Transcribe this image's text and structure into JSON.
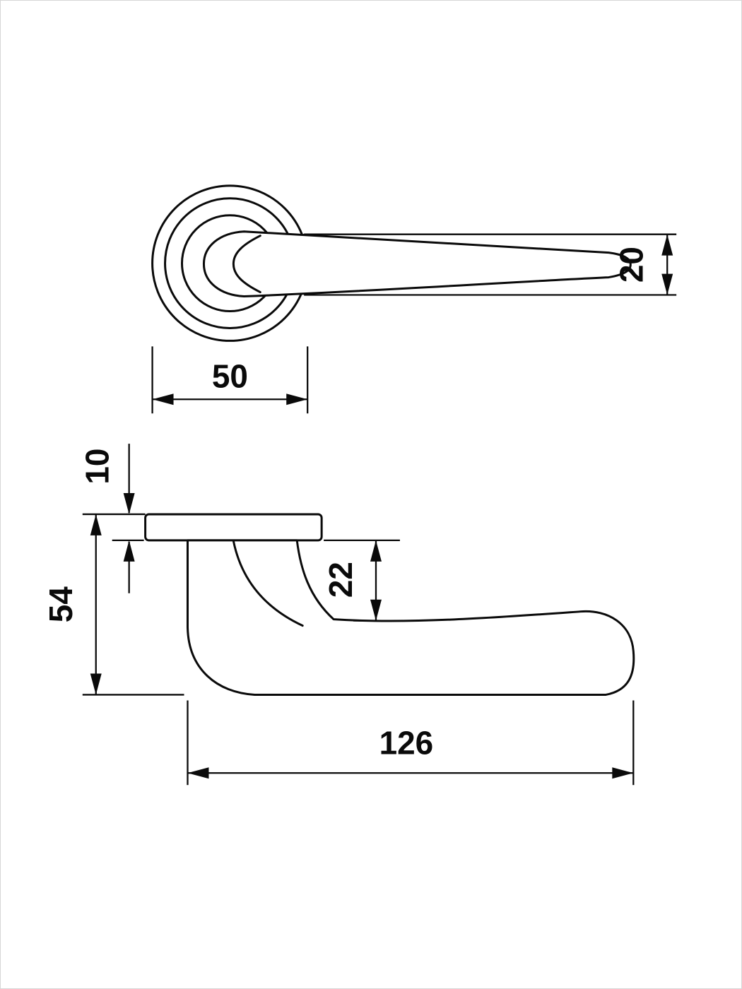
{
  "drawing": {
    "background_color": "#ffffff",
    "line_color": "#0a0a0a",
    "subject": "door-lever-handle-on-round-rosette",
    "views": {
      "top_view": {
        "dims": {
          "handle_width": "20",
          "rosette_diameter": "50"
        }
      },
      "side_view": {
        "dims": {
          "rosette_thickness": "10",
          "overall_height": "54",
          "rosette_to_grip": "22",
          "overall_length": "126"
        }
      }
    }
  }
}
